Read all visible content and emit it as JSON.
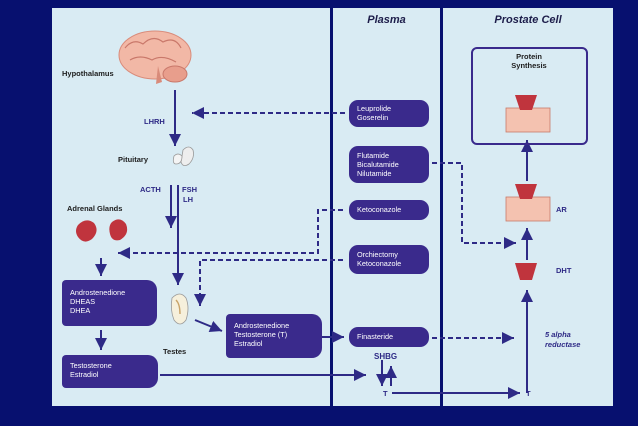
{
  "headers": {
    "plasma": "Plasma",
    "prostate_cell": "Prostate Cell"
  },
  "labels": {
    "hypothalamus": "Hypothalamus",
    "lhrh": "LHRH",
    "pituitary": "Pituitary",
    "acth": "ACTH",
    "fsh": "FSH",
    "lh": "LH",
    "adrenal_glands": "Adrenal Glands",
    "testes": "Testes",
    "shbg": "SHBG",
    "t_left": "T",
    "t_right": "T",
    "protein_synthesis": "Protein\nSynthesis",
    "ar": "AR",
    "dht": "DHT",
    "five_alpha": "5 alpha\nreductase"
  },
  "drug_boxes": {
    "leuprolide": "Leuprolide\nGoserelin",
    "antiandrogens": "Flutamide\nBicalutamide\nNilutamide",
    "ketoconazole": "Ketoconazole",
    "orchiectomy": "Orchiectomy\nKetoconazole",
    "finasteride": "Finasteride"
  },
  "hormone_boxes": {
    "adrenal_androgens": "Androstenedione\nDHEAS\nDHEA",
    "testosterone_estradiol": "Testosterone\nEstradiol",
    "testes_output": "Androstenedione\nTestosterone (T)\nEstradiol"
  },
  "colors": {
    "background": "#07106f",
    "panel": "#d9ebf3",
    "box": "#3a2a8c",
    "arrow": "#2e2a86",
    "receptor_pink": "#f4c2b0",
    "receptor_dark": "#c0343d"
  }
}
